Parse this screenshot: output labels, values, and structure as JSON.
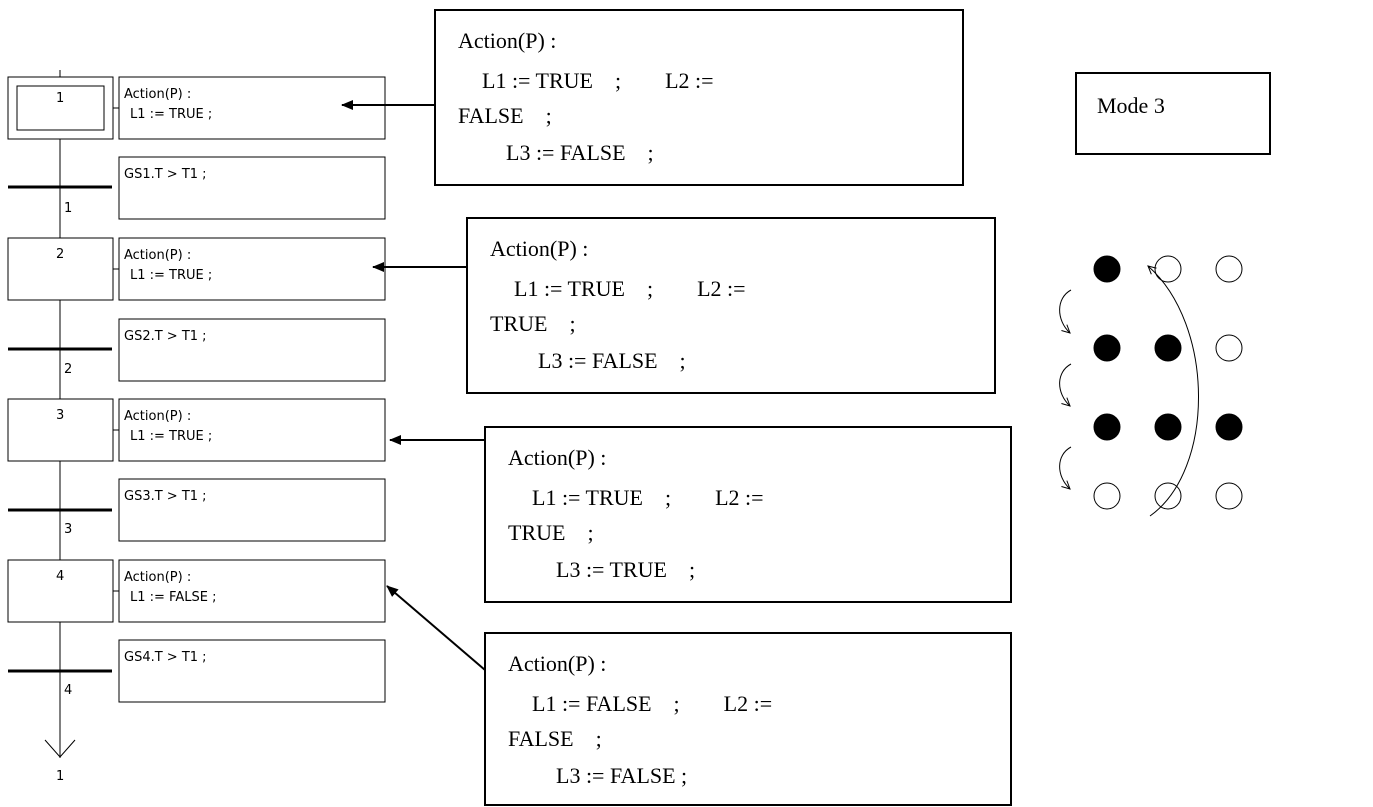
{
  "grafcet": {
    "steps": [
      {
        "number": "1",
        "initial": true,
        "action_lines": [
          "Action(P) :",
          "L1 := TRUE ;"
        ],
        "transition_label": "1",
        "condition": "GS1.T > T1 ;"
      },
      {
        "number": "2",
        "initial": false,
        "action_lines": [
          "Action(P) :",
          "L1 := TRUE ;"
        ],
        "transition_label": "2",
        "condition": "GS2.T > T1 ;"
      },
      {
        "number": "3",
        "initial": false,
        "action_lines": [
          "Action(P) :",
          "L1 := TRUE ;"
        ],
        "transition_label": "3",
        "condition": "GS3.T > T1 ;"
      },
      {
        "number": "4",
        "initial": false,
        "action_lines": [
          "Action(P) :",
          "L1 := FALSE ;"
        ],
        "transition_label": "4",
        "condition": "GS4.T > T1 ;"
      }
    ],
    "loop_target": "1"
  },
  "callouts": [
    {
      "target_step": "1",
      "lines": [
        "Action(P) :",
        "L1 := TRUE    ;        L2 :=",
        "FALSE    ;",
        "L3 := FALSE    ;"
      ]
    },
    {
      "target_step": "2",
      "lines": [
        "Action(P) :",
        "L1 := TRUE    ;        L2 :=",
        "TRUE    ;",
        "L3 := FALSE    ;"
      ]
    },
    {
      "target_step": "3",
      "lines": [
        "Action(P) :",
        "L1 := TRUE    ;        L2 :=",
        "TRUE    ;",
        "L3 := TRUE    ;"
      ]
    },
    {
      "target_step": "4",
      "lines": [
        "Action(P) :",
        "L1 := FALSE    ;        L2 :=",
        "FALSE    ;",
        "L3 := FALSE ;"
      ]
    }
  ],
  "mode": {
    "label": "Mode 3"
  },
  "lamp_states": {
    "lamp_fill_color": "#000000",
    "lamp_off_color": "#ffffff",
    "rows": [
      [
        true,
        false,
        false
      ],
      [
        true,
        true,
        false
      ],
      [
        true,
        true,
        true
      ],
      [
        false,
        false,
        false
      ]
    ]
  }
}
